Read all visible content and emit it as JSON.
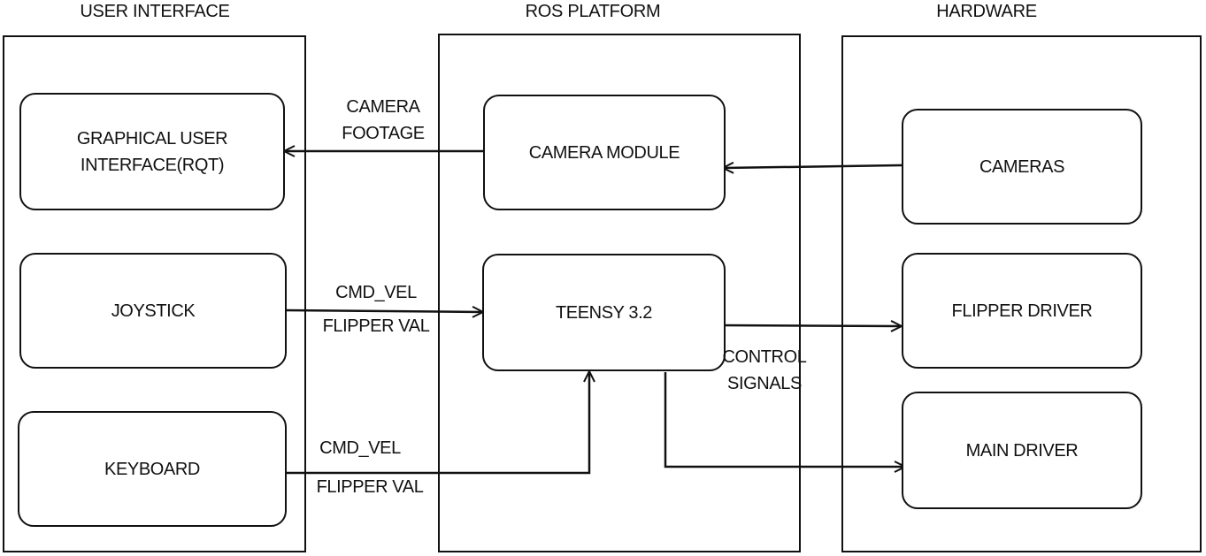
{
  "columns": {
    "ui": "USER INTERFACE",
    "ros": "ROS PLATFORM",
    "hw": "HARDWARE"
  },
  "nodes": {
    "gui": "GRAPHICAL USER\nINTERFACE(RQT)",
    "joystick": "JOYSTICK",
    "keyboard": "KEYBOARD",
    "camera_module": "CAMERA MODULE",
    "teensy": "TEENSY 3.2",
    "cameras": "CAMERAS",
    "flipper_driver": "FLIPPER DRIVER",
    "main_driver": "MAIN DRIVER"
  },
  "edge_labels": {
    "camera_footage": "CAMERA\nFOOTAGE",
    "joystick_cmd": "CMD_VEL",
    "joystick_flipper": "FLIPPER VAL",
    "keyboard_cmd": "CMD_VEL",
    "keyboard_flipper": "FLIPPER VAL",
    "control_signals": "CONTROL\nSIGNALS"
  }
}
